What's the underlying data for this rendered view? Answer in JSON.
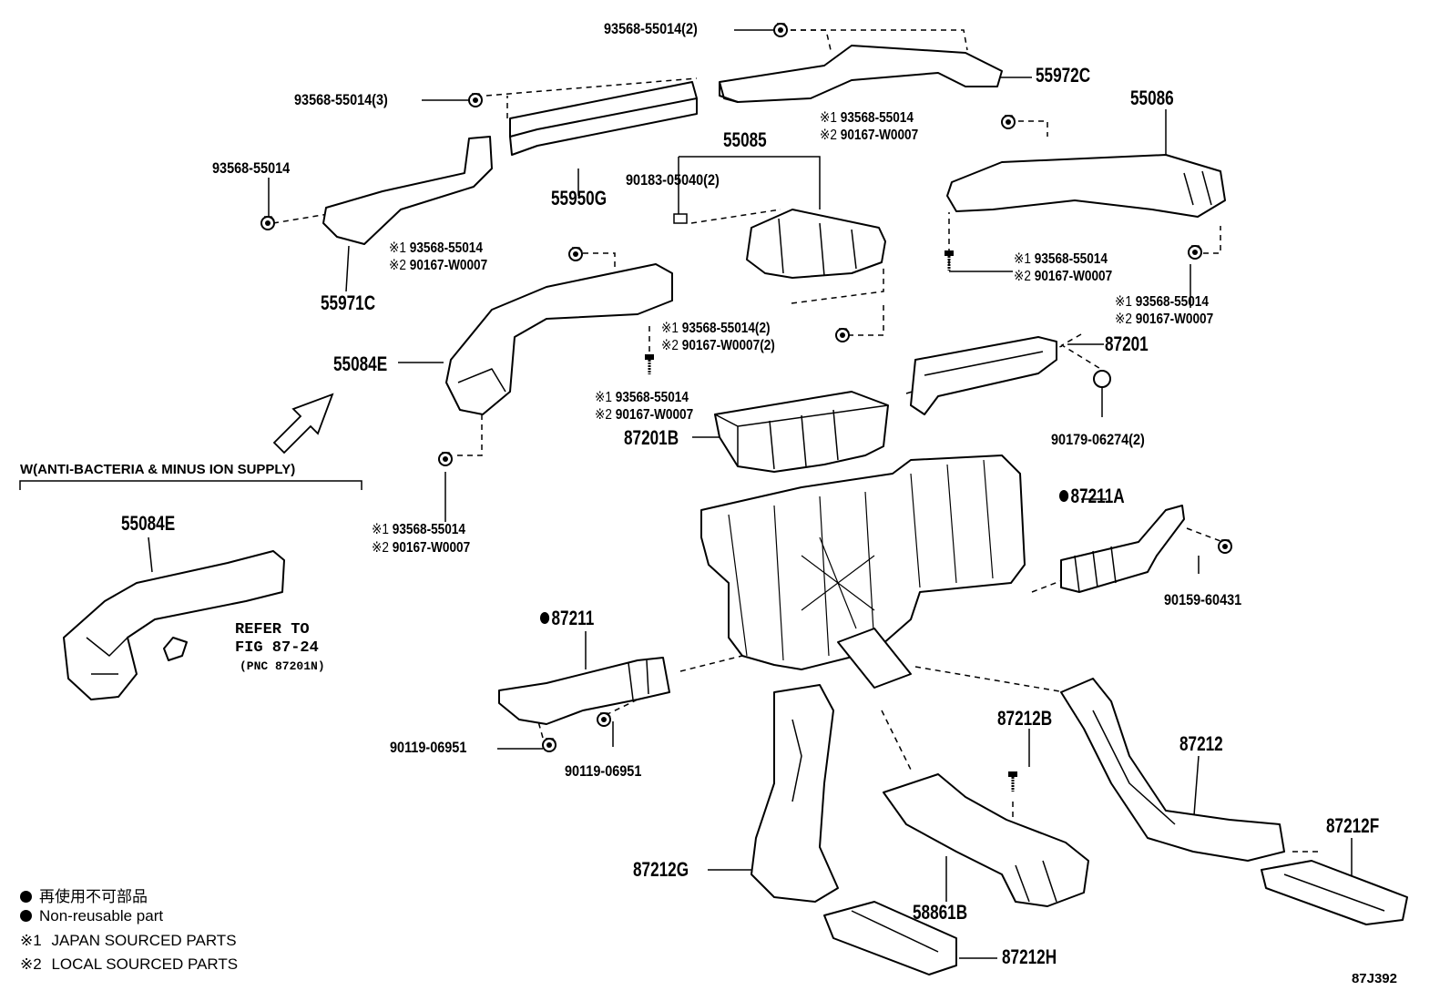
{
  "labels": {
    "p_55014_2": "93568-55014(2)",
    "p_55014_3": "93568-55014(3)",
    "p_55972C": "55972C",
    "p_55086": "55086",
    "p_55085": "55085",
    "p_55950G": "55950G",
    "p_90183": "90183-05040(2)",
    "p_55014_a": "93568-55014",
    "p_55971C": "55971C",
    "p_55084E": "55084E",
    "p_55084E_b": "55084E",
    "p_87201": "87201",
    "p_87201B": "87201B",
    "p_90179": "90179-06274(2)",
    "p_87211A": "87211A",
    "p_90159": "90159-60431",
    "p_87211": "87211",
    "p_90119_a": "90119-06951",
    "p_90119_b": "90119-06951",
    "p_87212B": "87212B",
    "p_87212": "87212",
    "p_87212F": "87212F",
    "p_87212G": "87212G",
    "p_58861B": "58861B",
    "p_87212H": "87212H"
  },
  "pairs": {
    "top_right_1": "93568-55014",
    "top_right_2": "90167-W0007",
    "mid_left_1": "93568-55014",
    "mid_left_2": "90167-W0007",
    "center_1": "93568-55014(2)",
    "center_2": "90167-W0007(2)",
    "right_a_1": "93568-55014",
    "right_a_2": "90167-W0007",
    "right_b_1": "93568-55014",
    "right_b_2": "90167-W0007",
    "center_b_1": "93568-55014",
    "center_b_2": "90167-W0007",
    "low_left_1": "93568-55014",
    "low_left_2": "90167-W0007"
  },
  "marks": {
    "m1": "※1",
    "m2": "※2",
    "m1s": "※1",
    "m2s": "※2"
  },
  "caption": "W(ANTI-BACTERIA & MINUS ION SUPPLY)",
  "refer": {
    "line1": "REFER TO",
    "line2": "FIG 87-24",
    "line3": "(PNC 87201N)"
  },
  "legend": {
    "l1": "再使用不可部品",
    "l2": "Non-reusable part",
    "l3_mark": "※1",
    "l3": "JAPAN SOURCED PARTS",
    "l4_mark": "※2",
    "l4": "LOCAL SOURCED PARTS"
  },
  "figure_id": "87J392"
}
